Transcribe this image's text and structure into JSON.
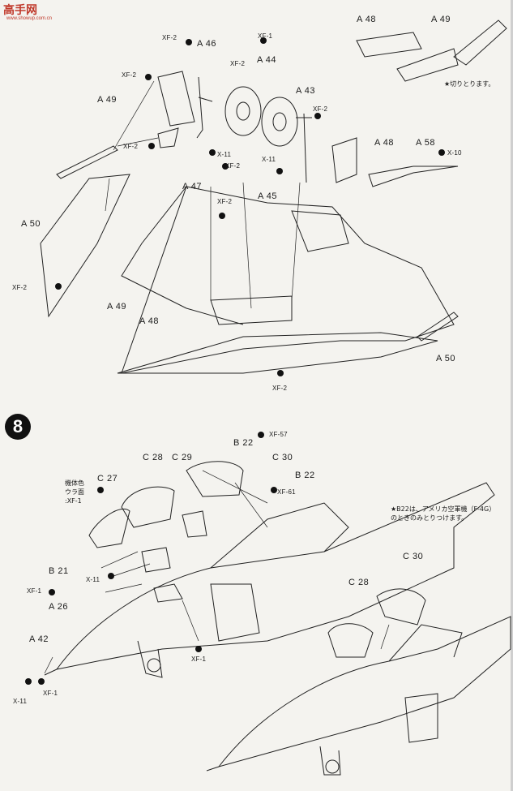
{
  "watermark": {
    "text": "高手网",
    "url": "www.showup.com.cn"
  },
  "step8": {
    "number": "8"
  },
  "labels_top": {
    "a48_a": "A 48",
    "a49_a": "A 49",
    "note_cut": "★切りとります。",
    "xf2_a": "XF-2",
    "a46": "A 46",
    "xf1_a": "XF-1",
    "xf2_b": "XF-2",
    "a44": "A 44",
    "xf2_c": "XF-2",
    "a43": "A 43",
    "a49_b": "A 49",
    "xf2_d": "XF-2",
    "xf2_e": "XF-2",
    "x11_a": "X-11",
    "a48_b": "A 48",
    "a58": "A 58",
    "x10": "X-10",
    "xf2_f": "XF-2",
    "x11_b": "X-11",
    "a47": "A 47",
    "xf2_g": "XF-2",
    "a45": "A 45",
    "a50_a": "A 50",
    "xf2_h": "XF-2",
    "a49_c": "A 49",
    "a48_c": "A 48",
    "a50_b": "A 50",
    "xf2_i": "XF-2"
  },
  "labels_bottom": {
    "xf57": "XF-57",
    "b22_a": "B 22",
    "c28_a": "C 28",
    "c29": "C 29",
    "c30_a": "C 30",
    "c27": "C 27",
    "body_color": "機体色",
    "underside": "ウラ面",
    "xf1_note": ":XF-1",
    "b22_b": "B 22",
    "xf61": "XF-61",
    "b21": "B 21",
    "x11_c": "X-11",
    "xf1_b": "XF-1",
    "a26": "A 26",
    "xf1_c": "XF-1",
    "a42": "A 42",
    "xf1_d": "XF-1",
    "x11_d": "X-11",
    "c30_b": "C 30",
    "c28_b": "C 28"
  },
  "notes": {
    "b22_line1": "★B22は、アメリカ空軍機（F-4G）",
    "b22_line2": "のときのみとりつけます。"
  }
}
